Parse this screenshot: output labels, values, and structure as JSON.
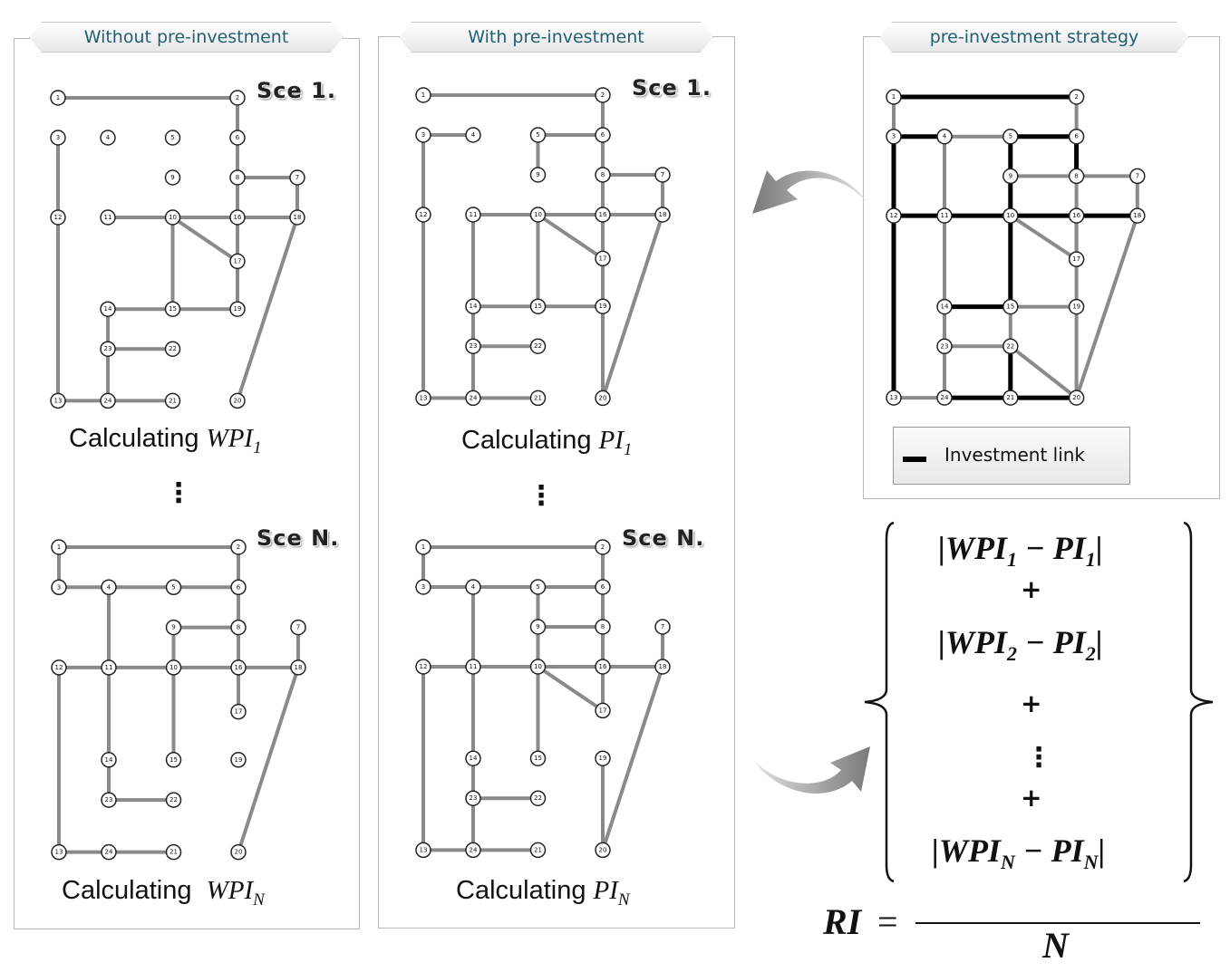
{
  "tabs": {
    "without": "Without pre-investment",
    "with": "With pre-investment",
    "strategy": "pre-investment strategy"
  },
  "scenarios": {
    "first": "Sce 1.",
    "last": "Sce N."
  },
  "calc": {
    "label": "Calculating",
    "wpi_var": "WPI",
    "wpi_sub1": "1",
    "wpi_subN": "N",
    "pi_var": "PI",
    "pi_sub1": "1",
    "pi_subN": "N"
  },
  "legend": {
    "label": "Investment link"
  },
  "formula": {
    "term1": {
      "a": "|WPI",
      "as": "1",
      "b": " − PI",
      "bs": "1",
      "c": "|"
    },
    "term2": {
      "a": "|WPI",
      "as": "2",
      "b": " − PI",
      "bs": "2",
      "c": "|"
    },
    "termN": {
      "a": "|WPI",
      "as": "N",
      "b": " − PI",
      "bs": "N",
      "c": "|"
    },
    "plus": "+",
    "ri": "RI",
    "eq": "=",
    "denominator": "N"
  },
  "ellipsis": "⋮",
  "colors": {
    "link": "#8a8a8a",
    "investment_link": "#000000",
    "tab_text": "#1f5f74"
  },
  "nodes": [
    {
      "id": "1",
      "c": 0,
      "r": 0
    },
    {
      "id": "2",
      "c": 3.6,
      "r": 0
    },
    {
      "id": "3",
      "c": 0,
      "r": 1
    },
    {
      "id": "4",
      "c": 1,
      "r": 1
    },
    {
      "id": "5",
      "c": 2.3,
      "r": 1
    },
    {
      "id": "6",
      "c": 3.6,
      "r": 1
    },
    {
      "id": "9",
      "c": 2.3,
      "r": 2
    },
    {
      "id": "8",
      "c": 3.6,
      "r": 2
    },
    {
      "id": "7",
      "c": 4.8,
      "r": 2
    },
    {
      "id": "12",
      "c": 0,
      "r": 3
    },
    {
      "id": "11",
      "c": 1,
      "r": 3
    },
    {
      "id": "10",
      "c": 2.3,
      "r": 3
    },
    {
      "id": "16",
      "c": 3.6,
      "r": 3
    },
    {
      "id": "18",
      "c": 4.8,
      "r": 3
    },
    {
      "id": "17",
      "c": 3.6,
      "r": 4.1
    },
    {
      "id": "14",
      "c": 1,
      "r": 5.3
    },
    {
      "id": "15",
      "c": 2.3,
      "r": 5.3
    },
    {
      "id": "19",
      "c": 3.6,
      "r": 5.3
    },
    {
      "id": "23",
      "c": 1,
      "r": 6.3
    },
    {
      "id": "22",
      "c": 2.3,
      "r": 6.3
    },
    {
      "id": "13",
      "c": 0,
      "r": 7.6
    },
    {
      "id": "24",
      "c": 1,
      "r": 7.6
    },
    {
      "id": "21",
      "c": 2.3,
      "r": 7.6
    },
    {
      "id": "20",
      "c": 3.6,
      "r": 7.6
    }
  ],
  "networks": {
    "without_1": {
      "links": [
        [
          "1",
          "2"
        ],
        [
          "2",
          "6"
        ],
        [
          "3",
          "12"
        ],
        [
          "12",
          "13"
        ],
        [
          "13",
          "24"
        ],
        [
          "24",
          "21"
        ],
        [
          "24",
          "23"
        ],
        [
          "23",
          "14"
        ],
        [
          "23",
          "22"
        ],
        [
          "14",
          "15"
        ],
        [
          "15",
          "19"
        ],
        [
          "15",
          "10"
        ],
        [
          "11",
          "10"
        ],
        [
          "10",
          "16"
        ],
        [
          "10",
          "17"
        ],
        [
          "16",
          "18"
        ],
        [
          "6",
          "8"
        ],
        [
          "8",
          "16"
        ],
        [
          "16",
          "17"
        ],
        [
          "17",
          "19"
        ],
        [
          "8",
          "7"
        ],
        [
          "7",
          "18"
        ],
        [
          "18",
          "20"
        ]
      ]
    },
    "with_1": {
      "links": [
        [
          "1",
          "2"
        ],
        [
          "2",
          "6"
        ],
        [
          "3",
          "4"
        ],
        [
          "5",
          "6"
        ],
        [
          "5",
          "9"
        ],
        [
          "3",
          "12"
        ],
        [
          "12",
          "13"
        ],
        [
          "13",
          "24"
        ],
        [
          "24",
          "21"
        ],
        [
          "11",
          "24"
        ],
        [
          "23",
          "22"
        ],
        [
          "14",
          "15"
        ],
        [
          "15",
          "19"
        ],
        [
          "15",
          "10"
        ],
        [
          "11",
          "10"
        ],
        [
          "10",
          "16"
        ],
        [
          "10",
          "17"
        ],
        [
          "16",
          "18"
        ],
        [
          "6",
          "8"
        ],
        [
          "8",
          "16"
        ],
        [
          "16",
          "17"
        ],
        [
          "17",
          "19"
        ],
        [
          "19",
          "20"
        ],
        [
          "8",
          "7"
        ],
        [
          "7",
          "18"
        ],
        [
          "18",
          "20"
        ]
      ]
    },
    "without_N": {
      "links": [
        [
          "1",
          "2"
        ],
        [
          "1",
          "3"
        ],
        [
          "3",
          "4"
        ],
        [
          "4",
          "5"
        ],
        [
          "5",
          "6"
        ],
        [
          "2",
          "6"
        ],
        [
          "6",
          "8"
        ],
        [
          "9",
          "8"
        ],
        [
          "8",
          "16"
        ],
        [
          "9",
          "10"
        ],
        [
          "10",
          "15"
        ],
        [
          "12",
          "11"
        ],
        [
          "11",
          "10"
        ],
        [
          "10",
          "16"
        ],
        [
          "16",
          "18"
        ],
        [
          "16",
          "17"
        ],
        [
          "7",
          "18"
        ],
        [
          "4",
          "11"
        ],
        [
          "11",
          "14"
        ],
        [
          "14",
          "23"
        ],
        [
          "23",
          "22"
        ],
        [
          "12",
          "13"
        ],
        [
          "13",
          "24"
        ],
        [
          "24",
          "21"
        ],
        [
          "18",
          "20"
        ]
      ]
    },
    "with_N": {
      "links": [
        [
          "1",
          "2"
        ],
        [
          "1",
          "3"
        ],
        [
          "3",
          "4"
        ],
        [
          "4",
          "5"
        ],
        [
          "5",
          "6"
        ],
        [
          "2",
          "6"
        ],
        [
          "6",
          "8"
        ],
        [
          "9",
          "8"
        ],
        [
          "5",
          "9"
        ],
        [
          "8",
          "16"
        ],
        [
          "9",
          "10"
        ],
        [
          "10",
          "15"
        ],
        [
          "12",
          "11"
        ],
        [
          "11",
          "10"
        ],
        [
          "10",
          "16"
        ],
        [
          "16",
          "18"
        ],
        [
          "10",
          "17"
        ],
        [
          "16",
          "17"
        ],
        [
          "7",
          "18"
        ],
        [
          "4",
          "11"
        ],
        [
          "11",
          "24"
        ],
        [
          "23",
          "22"
        ],
        [
          "12",
          "13"
        ],
        [
          "13",
          "24"
        ],
        [
          "24",
          "21"
        ],
        [
          "19",
          "20"
        ],
        [
          "18",
          "20"
        ]
      ]
    },
    "strategy": {
      "links": [
        [
          "1",
          "2",
          "inv"
        ],
        [
          "1",
          "3"
        ],
        [
          "3",
          "4",
          "inv"
        ],
        [
          "4",
          "5"
        ],
        [
          "5",
          "6",
          "inv"
        ],
        [
          "2",
          "6"
        ],
        [
          "6",
          "8",
          "inv"
        ],
        [
          "9",
          "8"
        ],
        [
          "8",
          "7"
        ],
        [
          "5",
          "9",
          "inv"
        ],
        [
          "9",
          "10",
          "inv"
        ],
        [
          "3",
          "12",
          "inv"
        ],
        [
          "12",
          "11",
          "inv"
        ],
        [
          "11",
          "10",
          "inv"
        ],
        [
          "10",
          "16",
          "inv"
        ],
        [
          "16",
          "18",
          "inv"
        ],
        [
          "8",
          "16"
        ],
        [
          "4",
          "11"
        ],
        [
          "10",
          "17"
        ],
        [
          "16",
          "17"
        ],
        [
          "7",
          "18"
        ],
        [
          "11",
          "14"
        ],
        [
          "10",
          "15",
          "inv"
        ],
        [
          "14",
          "15",
          "inv"
        ],
        [
          "15",
          "19"
        ],
        [
          "16",
          "19"
        ],
        [
          "14",
          "23"
        ],
        [
          "15",
          "22"
        ],
        [
          "23",
          "22"
        ],
        [
          "22",
          "21",
          "inv"
        ],
        [
          "22",
          "20"
        ],
        [
          "12",
          "13",
          "inv"
        ],
        [
          "13",
          "24"
        ],
        [
          "23",
          "24"
        ],
        [
          "24",
          "21",
          "inv"
        ],
        [
          "21",
          "20",
          "inv"
        ],
        [
          "19",
          "20"
        ],
        [
          "18",
          "20"
        ]
      ]
    }
  }
}
